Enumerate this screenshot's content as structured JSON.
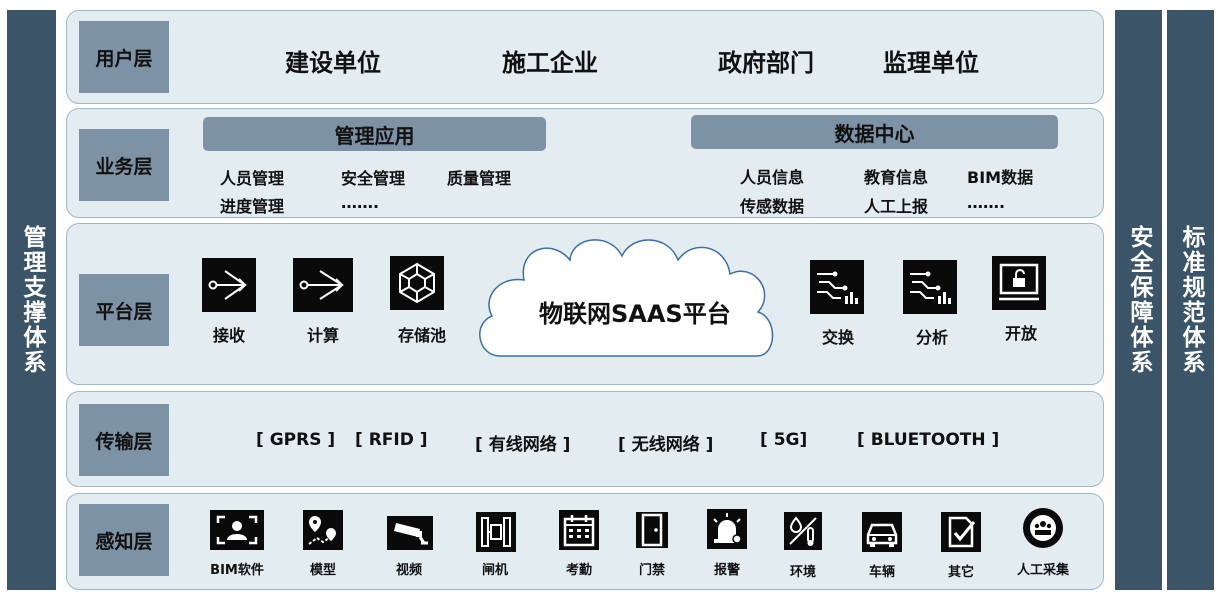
{
  "sidebars": {
    "left": "管理支撑体系",
    "right1": "安全保障体系",
    "right2": "标准规范体系"
  },
  "layers": {
    "user": {
      "label": "用户层",
      "items": [
        "建设单位",
        "施工企业",
        "政府部门",
        "监理单位"
      ]
    },
    "business": {
      "label": "业务层",
      "management": {
        "title": "管理应用",
        "items": [
          "人员管理",
          "安全管理",
          "质量管理",
          "进度管理",
          "……."
        ]
      },
      "data_center": {
        "title": "数据中心",
        "items": [
          "人员信息",
          "教育信息",
          "BIM数据",
          "传感数据",
          "人工上报",
          "……."
        ]
      }
    },
    "platform": {
      "label": "平台层",
      "cloud_text": "物联网SAAS平台",
      "icons": [
        {
          "label": "接收",
          "icon": "receive-arrows-icon"
        },
        {
          "label": "计算",
          "icon": "compute-arrows-icon"
        },
        {
          "label": "存储池",
          "icon": "storage-network-icon"
        },
        {
          "label": "交换",
          "icon": "exchange-circuit-icon"
        },
        {
          "label": "分析",
          "icon": "analysis-circuit-icon"
        },
        {
          "label": "开放",
          "icon": "open-monitor-icon"
        }
      ]
    },
    "transport": {
      "label": "传输层",
      "items": [
        "[ GPRS ]",
        "[ RFID ]",
        "[ 有线网络 ]",
        "[ 无线网络 ]",
        "[ 5G]",
        "[ BLUETOOTH ]"
      ]
    },
    "perception": {
      "label": "感知层",
      "icons": [
        {
          "label": "BIM软件",
          "icon": "bim-person-icon"
        },
        {
          "label": "模型",
          "icon": "model-pin-icon"
        },
        {
          "label": "视频",
          "icon": "camera-icon"
        },
        {
          "label": "闸机",
          "icon": "gate-icon"
        },
        {
          "label": "考勤",
          "icon": "calendar-icon"
        },
        {
          "label": "门禁",
          "icon": "door-icon"
        },
        {
          "label": "报警",
          "icon": "alarm-icon"
        },
        {
          "label": "环境",
          "icon": "environment-icon"
        },
        {
          "label": "车辆",
          "icon": "car-icon"
        },
        {
          "label": "其它",
          "icon": "check-doc-icon"
        },
        {
          "label": "人工采集",
          "icon": "people-icon"
        }
      ]
    }
  }
}
